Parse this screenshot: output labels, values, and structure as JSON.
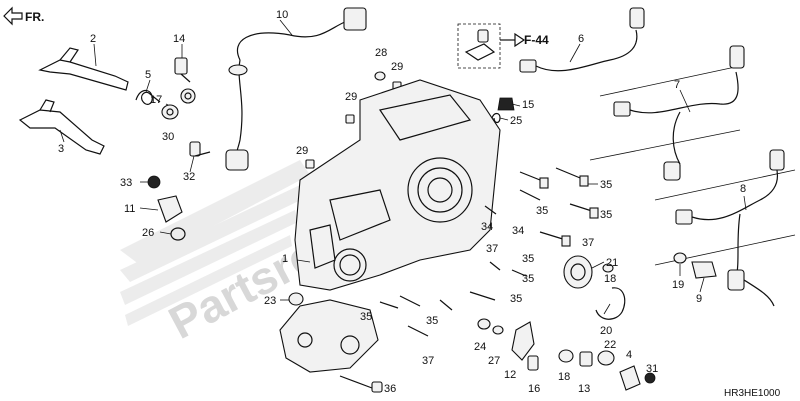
{
  "diagram": {
    "direction_marker": "FR.",
    "reference_tag": "F-44",
    "drawing_code": "HR3HE1000",
    "watermark_text": "Partsrepublik",
    "callouts": [
      {
        "id": "c10",
        "label": "10"
      },
      {
        "id": "c2",
        "label": "2"
      },
      {
        "id": "c14",
        "label": "14"
      },
      {
        "id": "c5",
        "label": "5"
      },
      {
        "id": "c17",
        "label": "17"
      },
      {
        "id": "c30",
        "label": "30"
      },
      {
        "id": "c3",
        "label": "3"
      },
      {
        "id": "c32",
        "label": "32"
      },
      {
        "id": "c33",
        "label": "33"
      },
      {
        "id": "c11",
        "label": "11"
      },
      {
        "id": "c26",
        "label": "26"
      },
      {
        "id": "c28",
        "label": "28"
      },
      {
        "id": "c29a",
        "label": "29"
      },
      {
        "id": "c29b",
        "label": "29"
      },
      {
        "id": "c29c",
        "label": "29"
      },
      {
        "id": "c6",
        "label": "6"
      },
      {
        "id": "c15",
        "label": "15"
      },
      {
        "id": "c25",
        "label": "25"
      },
      {
        "id": "c7",
        "label": "7"
      },
      {
        "id": "c35a",
        "label": "35"
      },
      {
        "id": "c35b",
        "label": "35"
      },
      {
        "id": "c35c",
        "label": "35"
      },
      {
        "id": "c34a",
        "label": "34"
      },
      {
        "id": "c34b",
        "label": "34"
      },
      {
        "id": "c37a",
        "label": "37"
      },
      {
        "id": "c37b",
        "label": "37"
      },
      {
        "id": "c35d",
        "label": "35"
      },
      {
        "id": "c35e",
        "label": "35"
      },
      {
        "id": "c21",
        "label": "21"
      },
      {
        "id": "c18",
        "label": "18"
      },
      {
        "id": "c1",
        "label": "1"
      },
      {
        "id": "c23",
        "label": "23"
      },
      {
        "id": "c35f",
        "label": "35"
      },
      {
        "id": "c35g",
        "label": "35"
      },
      {
        "id": "c35h",
        "label": "35"
      },
      {
        "id": "c37c",
        "label": "37"
      },
      {
        "id": "c24",
        "label": "24"
      },
      {
        "id": "c27",
        "label": "27"
      },
      {
        "id": "c12",
        "label": "12"
      },
      {
        "id": "c16",
        "label": "16"
      },
      {
        "id": "c18b",
        "label": "18"
      },
      {
        "id": "c13",
        "label": "13"
      },
      {
        "id": "c22",
        "label": "22"
      },
      {
        "id": "c4",
        "label": "4"
      },
      {
        "id": "c31",
        "label": "31"
      },
      {
        "id": "c20",
        "label": "20"
      },
      {
        "id": "c36",
        "label": "36"
      },
      {
        "id": "c8",
        "label": "8"
      },
      {
        "id": "c19",
        "label": "19"
      },
      {
        "id": "c9",
        "label": "9"
      }
    ]
  }
}
